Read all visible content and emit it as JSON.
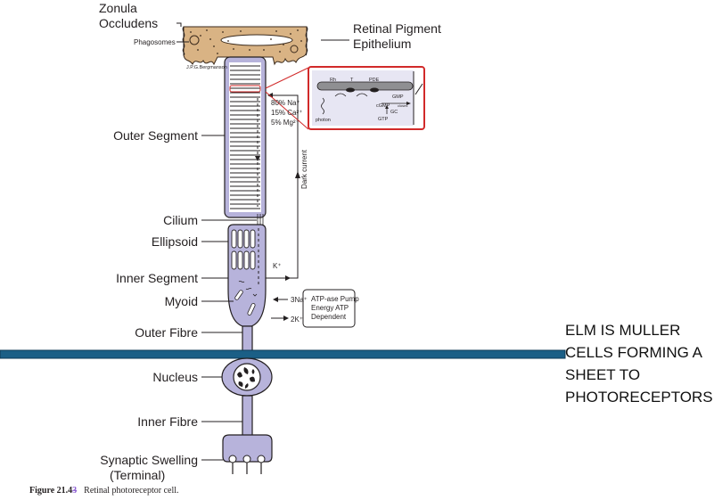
{
  "labels": {
    "zonula_line1": "Zonula",
    "zonula_line2": "Occludens",
    "phagosomes": "Phagosomes",
    "bergmanson": "J.P.G.Bergmanson",
    "rpe_line1": "Retinal Pigment",
    "rpe_line2": "Epithelium",
    "outer_segment": "Outer Segment",
    "cilium": "Cilium",
    "ellipsoid": "Ellipsoid",
    "inner_segment": "Inner Segment",
    "myoid": "Myoid",
    "outer_fibre": "Outer Fibre",
    "nucleus": "Nucleus",
    "inner_fibre": "Inner Fibre",
    "synaptic_line1": "Synaptic Swelling",
    "synaptic_line2": "(Terminal)"
  },
  "ions": {
    "na": "80% Na⁺",
    "ca": "15% Ca²⁺",
    "mg": "5% Mg²⁺",
    "k": "K⁺",
    "dark_current": "Dark current"
  },
  "pump": {
    "na_in": "3Na⁺",
    "line1": "ATP-ase Pump",
    "line2": "Energy ATP",
    "line3": "Dependent",
    "k_out": "2K⁺"
  },
  "inset": {
    "rh": "Rh",
    "t": "T",
    "pde": "PDE",
    "photon": "photon",
    "gmp": "GMP",
    "cgmp": "cGMP",
    "gc": "GC",
    "gtp": "GTP",
    "closes": "closes"
  },
  "annotation": {
    "line1": "ELM IS MULLER",
    "line2": "CELLS FORMING A",
    "line3": "SHEET TO",
    "line4": "PHOTORECEPTORS"
  },
  "caption": {
    "figure": "Figure 21.",
    "num_a": "4",
    "num_b": "3",
    "text": "Retinal photoreceptor cell."
  },
  "colors": {
    "cell_fill": "#b7b3db",
    "rpe_fill": "#d9b384",
    "elm_band": "#1b5f86",
    "inset_border": "#d12a2a"
  }
}
